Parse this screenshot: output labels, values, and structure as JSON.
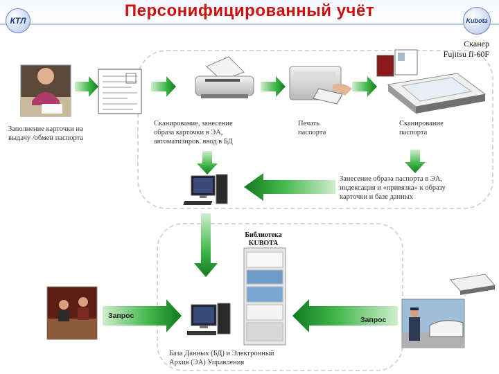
{
  "title": "Персонифицированный учёт",
  "logos": {
    "left": "КТЛ",
    "right": "Kubota"
  },
  "scanner_label": [
    "Сканер",
    "Fujitsu fi-60F"
  ],
  "steps": {
    "fill_card": [
      "Заполнение карточки на",
      "выдачу /обмен паспорта"
    ],
    "scan_card": [
      "Сканирование, занесение",
      "образа карточки в ЭА,",
      "автоматизиров. ввод в БД"
    ],
    "print_passport": [
      "Печать",
      "паспорта"
    ],
    "scan_passport": [
      "Сканирование",
      "паспорта"
    ],
    "store_image": [
      "Занесение образа паспорта в ЭА,",
      "индексация и «привязка» к образу",
      "карточки и базе данных"
    ]
  },
  "library_label": [
    "Библиотека",
    "KUBOTA"
  ],
  "database_label": [
    "База Данных (БД) и Электронный",
    "Архив (ЭА) Управления"
  ],
  "request_left": "Запрос",
  "request_right": "Запрос",
  "colors": {
    "title": "#cc1111",
    "arrow_green": "#1e9a2a",
    "dashed_border": "#d6d6d6"
  },
  "icons": [
    "person-filling-form-photo",
    "document-card-icon",
    "document-scanner-icon",
    "passport-printer-icon",
    "flatbed-scanner-icon",
    "passport-icon",
    "computer-workstation-icon",
    "server-rack-icon",
    "office-workers-photo",
    "police-officer-photo",
    "flatbed-scanner-small-icon"
  ]
}
